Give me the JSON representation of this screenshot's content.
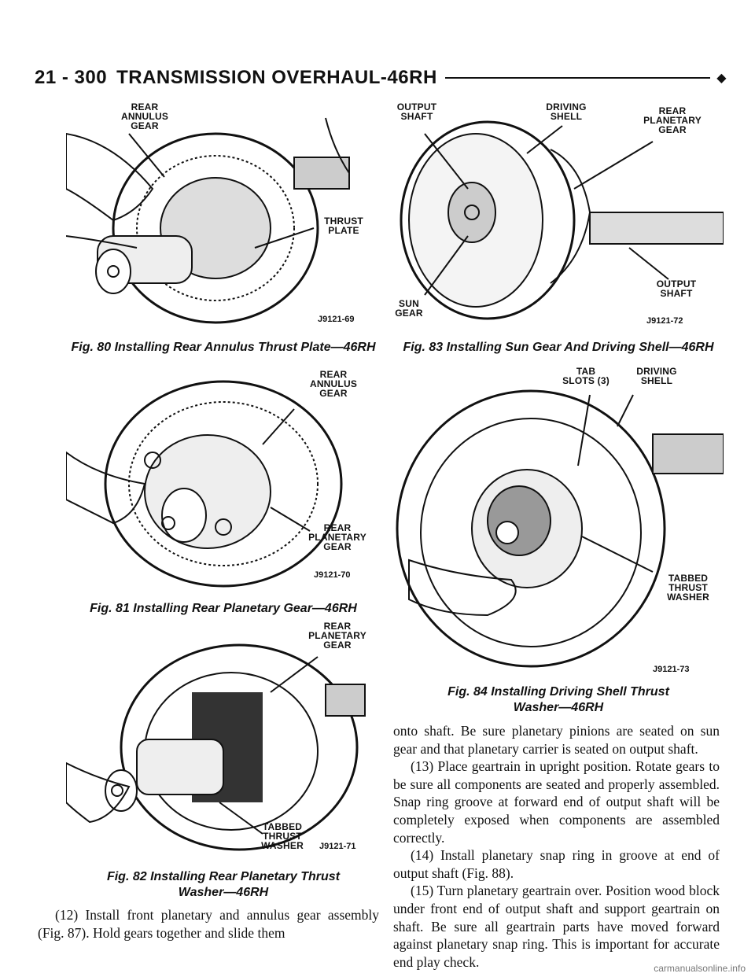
{
  "header": {
    "section": "21 - 300",
    "title": "TRANSMISSION OVERHAUL-46RH",
    "symbol": "◆"
  },
  "figures": {
    "fig80": {
      "labels": {
        "rear_annulus_gear": "REAR\nANNULUS\nGEAR",
        "thrust_plate": "THRUST\nPLATE"
      },
      "id": "J9121-69",
      "caption": "Fig. 80 Installing Rear Annulus Thrust Plate—46RH"
    },
    "fig81": {
      "labels": {
        "rear_annulus_gear": "REAR\nANNULUS\nGEAR",
        "rear_planetary_gear": "REAR\nPLANETARY\nGEAR"
      },
      "id": "J9121-70",
      "caption": "Fig. 81 Installing Rear Planetary Gear—46RH"
    },
    "fig82": {
      "labels": {
        "rear_planetary_gear": "REAR\nPLANETARY\nGEAR",
        "tabbed_thrust_washer": "TABBED\nTHRUST\nWASHER"
      },
      "id": "J9121-71",
      "caption_line1": "Fig. 82 Installing Rear Planetary Thrust",
      "caption_line2": "Washer—46RH"
    },
    "fig83": {
      "labels": {
        "output_shaft_top": "OUTPUT\nSHAFT",
        "driving_shell": "DRIVING\nSHELL",
        "rear_planetary_gear": "REAR\nPLANETARY\nGEAR",
        "output_shaft_right": "OUTPUT\nSHAFT",
        "sun_gear": "SUN\nGEAR"
      },
      "id": "J9121-72",
      "caption": "Fig. 83 Installing Sun Gear And Driving Shell—46RH"
    },
    "fig84": {
      "labels": {
        "tab_slots": "TAB\nSLOTS (3)",
        "driving_shell": "DRIVING\nSHELL",
        "tabbed_thrust_washer": "TABBED\nTHRUST\nWASHER"
      },
      "id": "J9121-73",
      "caption_line1": "Fig. 84 Installing Driving Shell Thrust",
      "caption_line2": "Washer—46RH"
    }
  },
  "text": {
    "left_para": "(12) Install front planetary and annulus gear assembly (Fig. 87). Hold gears together and slide them",
    "right_intro": "onto shaft. Be sure planetary pinions are seated on sun gear and that planetary carrier is seated on output shaft.",
    "step13": "(13) Place geartrain in upright position. Rotate gears to be sure all components are seated and properly assembled. Snap ring groove at forward end of output shaft will be completely exposed when components are assembled correctly.",
    "step14": "(14) Install planetary snap ring in groove at end of output shaft (Fig. 88).",
    "step15": "(15) Turn planetary geartrain over. Position wood block under front end of output shaft and support geartrain on shaft. Be sure all geartrain parts have moved forward against planetary snap ring. This is important for accurate end play check."
  },
  "watermark": "carmanualsonline.info"
}
